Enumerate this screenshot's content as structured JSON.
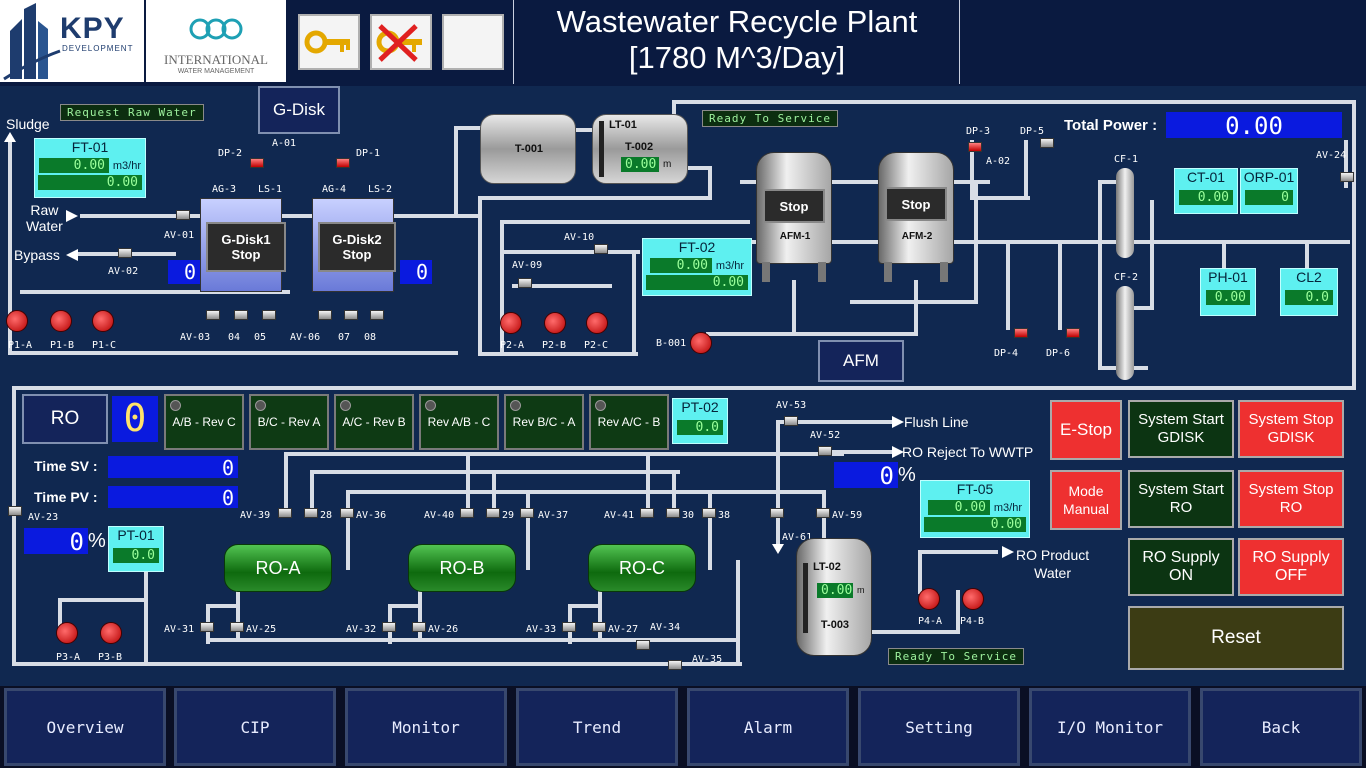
{
  "header": {
    "logo1": {
      "main": "KPY",
      "sub": "DEVELOPMENT"
    },
    "logo2": {
      "main": "INTERNATIONAL",
      "sub": "WATER MANAGEMENT"
    },
    "title_line1": "Wastewater Recycle Plant",
    "title_line2": "[1780 M^3/Day]"
  },
  "top": {
    "request_raw_water": "Request Raw Water",
    "g_disk_btn": "G-Disk",
    "sludge": "Sludge",
    "raw_water": "Raw\nWater",
    "bypass": "Bypass",
    "ready1": "Ready To Service",
    "ready2": "Ready To Service",
    "total_power_label": "Total Power :",
    "total_power_value": "0.00",
    "afm_btn": "AFM",
    "gdisk1": "G-Disk1\nStop",
    "gdisk2": "G-Disk2\nStop",
    "gdisk1_count": "0",
    "gdisk2_count": "0",
    "afm1_stop": "Stop",
    "afm2_stop": "Stop",
    "afm1_name": "AFM-1",
    "afm2_name": "AFM-2",
    "t001": "T-001",
    "t002": "T-002",
    "lt01": "LT-01",
    "lt01_value": "0.00",
    "lt01_unit": "m"
  },
  "instruments": {
    "ft01": {
      "name": "FT-01",
      "flow": "0.00",
      "unit": "m3/hr",
      "total": "0.00"
    },
    "ft02": {
      "name": "FT-02",
      "flow": "0.00",
      "unit": "m3/hr",
      "total": "0.00"
    },
    "ct01": {
      "name": "CT-01",
      "value": "0.00"
    },
    "orp01": {
      "name": "ORP-01",
      "value": "0"
    },
    "ph01": {
      "name": "PH-01",
      "value": "0.00"
    },
    "cl2": {
      "name": "CL2",
      "value": "0.0"
    },
    "pt02": {
      "name": "PT-02",
      "value": "0.0"
    },
    "pt01": {
      "name": "PT-01",
      "value": "0.0"
    },
    "ft05": {
      "name": "FT-05",
      "flow": "0.00",
      "unit": "m3/hr",
      "total": "0.00"
    },
    "lt02": {
      "name": "LT-02",
      "value": "0.00",
      "unit": "m"
    }
  },
  "labels": {
    "p1a": "P1-A",
    "p1b": "P1-B",
    "p1c": "P1-C",
    "p2a": "P2-A",
    "p2b": "P2-B",
    "p2c": "P2-C",
    "p3a": "P3-A",
    "p3b": "P3-B",
    "p4a": "P4-A",
    "p4b": "P4-B",
    "b001": "B-001",
    "av01": "AV-01",
    "av02": "AV-02",
    "av03": "AV-03",
    "n04": "04",
    "n05": "05",
    "av06": "AV-06",
    "n07": "07",
    "n08": "08",
    "av09": "AV-09",
    "av10": "AV-10",
    "ag3": "AG-3",
    "ls1": "LS-1",
    "ag4": "AG-4",
    "ls2": "LS-2",
    "dp1": "DP-1",
    "dp2": "DP-2",
    "a01": "A-01",
    "dp3": "DP-3",
    "dp5": "DP-5",
    "a02": "A-02",
    "dp4": "DP-4",
    "dp6": "DP-6",
    "cf1": "CF-1",
    "cf2": "CF-2",
    "av24": "AV-24",
    "av23": "AV-23",
    "av39": "AV-39",
    "n28": "28",
    "av36": "AV-36",
    "av40": "AV-40",
    "n29": "29",
    "av37": "AV-37",
    "av41": "AV-41",
    "n30": "30",
    "n38": "38",
    "av59": "AV-59",
    "av61": "AV-61",
    "av53": "AV-53",
    "av52": "AV-52",
    "av31": "AV-31",
    "av25": "AV-25",
    "av32": "AV-32",
    "av26": "AV-26",
    "av33": "AV-33",
    "av27": "AV-27",
    "av34": "AV-34",
    "av35": "AV-35",
    "t003": "T-003",
    "flush_line": "Flush Line",
    "ro_reject": "RO Reject To WWTP",
    "ro_product": "RO Product\nWater"
  },
  "ro": {
    "ro_btn": "RO",
    "ro_count": "0",
    "time_sv_label": "Time SV :",
    "time_sv_value": "0",
    "time_pv_label": "Time PV :",
    "time_pv_value": "0",
    "pct_left": "0",
    "pct_right": "0",
    "pct_unit": "%",
    "vessel_a": "RO-A",
    "vessel_b": "RO-B",
    "vessel_c": "RO-C",
    "revs": [
      "A/B - Rev C",
      "B/C - Rev A",
      "A/C - Rev B",
      "Rev A/B - C",
      "Rev B/C - A",
      "Rev A/C - B"
    ]
  },
  "controls": {
    "estop": "E-Stop",
    "mode_manual": "Mode\nManual",
    "sys_start_gdisk": "System Start\nGDISK",
    "sys_stop_gdisk": "System Stop\nGDISK",
    "sys_start_ro": "System Start\nRO",
    "sys_stop_ro": "System Stop\nRO",
    "ro_supply_on": "RO Supply\nON",
    "ro_supply_off": "RO Supply\nOFF",
    "reset": "Reset"
  },
  "nav": [
    "Overview",
    "CIP",
    "Monitor",
    "Trend",
    "Alarm",
    "Setting",
    "I/O Monitor",
    "Back"
  ]
}
